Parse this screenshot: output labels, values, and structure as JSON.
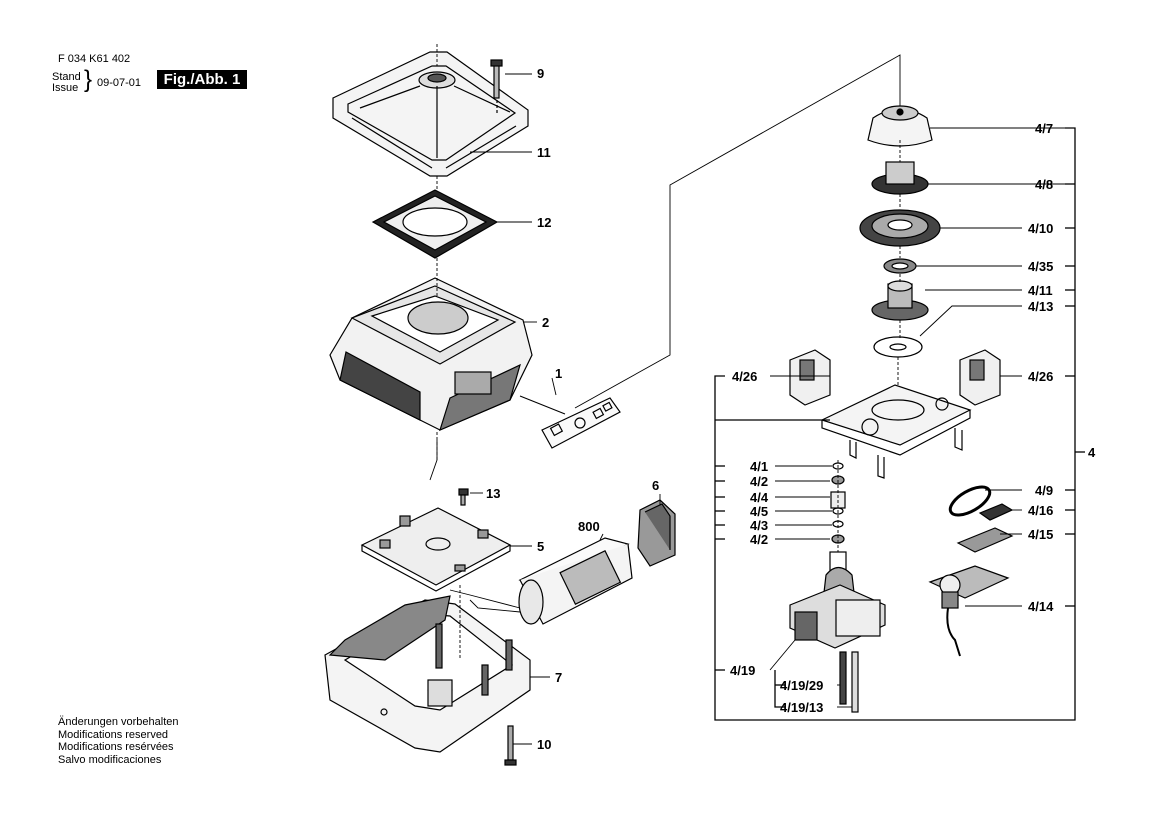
{
  "header": {
    "doc_number": "F 034 K61 402",
    "stand_label": "Stand",
    "issue_label": "Issue",
    "date": "09-07-01",
    "figure_label": "Fig./Abb. 1"
  },
  "notes": [
    "Änderungen vorbehalten",
    "Modifications reserved",
    "Modifications resérvées",
    "Salvo modificaciones"
  ],
  "part_labels": {
    "p9": "9",
    "p11": "11",
    "p12": "12",
    "p2": "2",
    "p1": "1",
    "p13": "13",
    "p6": "6",
    "p800": "800",
    "p5": "5",
    "p7": "7",
    "p10": "10",
    "p4_7": "4/7",
    "p4_8": "4/8",
    "p4_10": "4/10",
    "p4_35": "4/35",
    "p4_11": "4/11",
    "p4_13": "4/13",
    "p4_26_left": "4/26",
    "p4_26_right": "4/26",
    "p4": "4",
    "p4_1": "4/1",
    "p4_2_a": "4/2",
    "p4_4": "4/4",
    "p4_5": "4/5",
    "p4_3": "4/3",
    "p4_2_b": "4/2",
    "p4_9": "4/9",
    "p4_16": "4/16",
    "p4_15": "4/15",
    "p4_14": "4/14",
    "p4_19": "4/19",
    "p4_19_29": "4/19/29",
    "p4_19_13": "4/19/13"
  }
}
